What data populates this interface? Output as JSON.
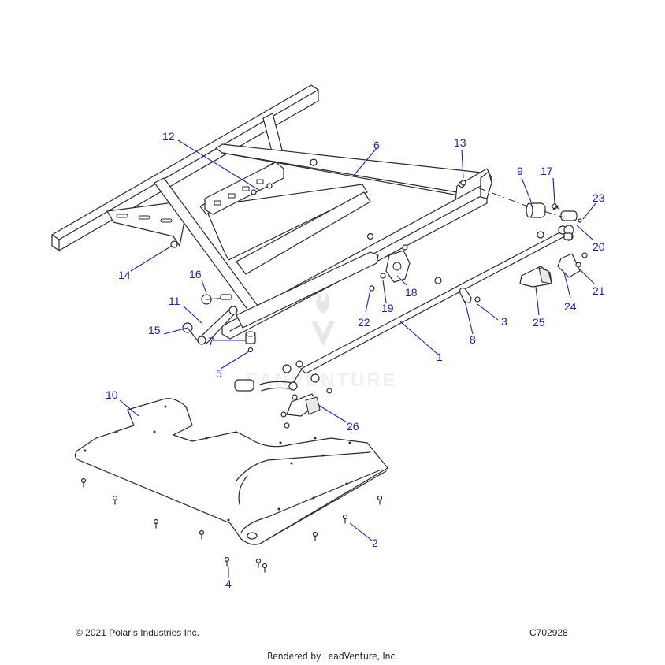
{
  "callouts": [
    "1",
    "2",
    "3",
    "4",
    "5",
    "6",
    "7",
    "8",
    "9",
    "10",
    "11",
    "12",
    "13",
    "14",
    "15",
    "16",
    "17",
    "18",
    "19",
    "20",
    "21",
    "22",
    "23",
    "24",
    "25",
    "26"
  ],
  "watermark_text": "FANVENTURE",
  "footer": {
    "copyright": "© 2021 Polaris Industries Inc.",
    "diagram_code": "C702928",
    "rendered_by": "Rendered by LeadVenture, Inc."
  },
  "colors": {
    "callout": "#1a1ad6",
    "line": "#2a2a2a",
    "watermark": "#c9c9c9"
  }
}
